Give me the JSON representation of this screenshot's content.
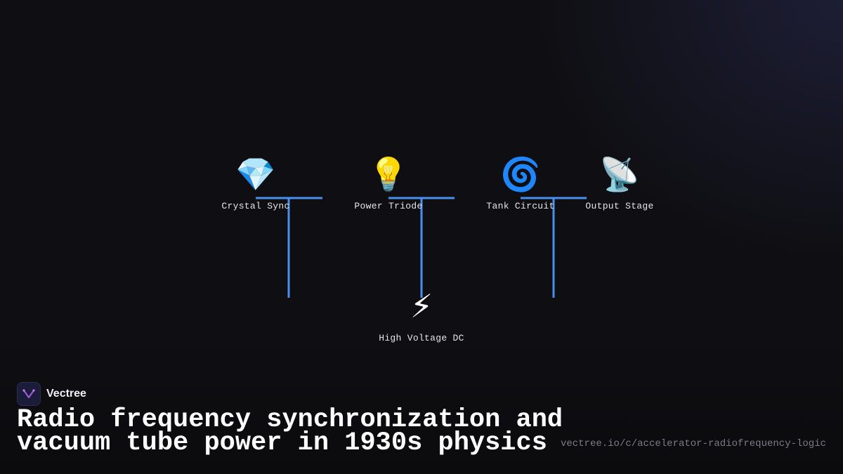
{
  "diagram": {
    "nodes": [
      {
        "id": "crystal-sync",
        "label": "Crystal Sync",
        "icon": "💎",
        "icon_name": "gem-icon"
      },
      {
        "id": "power-triode",
        "label": "Power Triode",
        "icon": "💡",
        "icon_name": "light-bulb-icon"
      },
      {
        "id": "tank-circuit",
        "label": "Tank Circuit",
        "icon": "🌀",
        "icon_name": "cyclone-icon"
      },
      {
        "id": "output-stage",
        "label": "Output Stage",
        "icon": "📡",
        "icon_name": "satellite-dish-icon"
      },
      {
        "id": "high-voltage-dc",
        "label": "High Voltage DC",
        "icon": "⚡",
        "icon_name": "lightning-icon"
      }
    ],
    "connector_color": "#4a8fee"
  },
  "brand": {
    "name": "Vectree",
    "logo_icon": "vectree-logo-icon"
  },
  "headline": {
    "line1": "Radio frequency synchronization and",
    "line2": "vacuum tube power in 1930s physics"
  },
  "url": "vectree.io/c/accelerator-radiofrequency-logic"
}
